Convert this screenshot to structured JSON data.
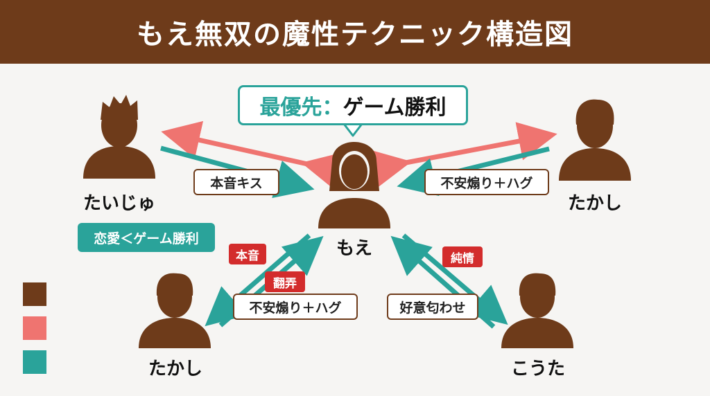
{
  "title": "もえ無双の魔性テクニック構造図",
  "priority": {
    "label": "最優先",
    "colon": "：",
    "value": "ゲーム勝利"
  },
  "center_person": {
    "name": "もえ",
    "icon": "woman-icon"
  },
  "people": {
    "top_left": {
      "name": "たいじゅ",
      "icon": "man-spiky-hair-icon"
    },
    "top_right": {
      "name": "たかし",
      "icon": "man-icon"
    },
    "bottom_left": {
      "name": "たかし",
      "icon": "man-icon"
    },
    "bottom_right": {
      "name": "こうた",
      "icon": "man-icon"
    }
  },
  "goal_badge": "恋愛＜ゲーム勝利",
  "edge_labels": {
    "top_left": "本音キス",
    "top_right": "不安煽り＋ハグ",
    "bottom_left": "不安煽り＋ハグ",
    "bottom_right": "好意匂わせ"
  },
  "tags": {
    "honne": "本音",
    "honro": "翻弄",
    "junjo": "純情"
  },
  "colors": {
    "header": "#6e3b1a",
    "person": "#6e3b1a",
    "pink_arrow": "#ef7470",
    "teal_arrow": "#2aa39a",
    "tag_red": "#d32c2c"
  },
  "legend": [
    {
      "color": "#6e3b1a"
    },
    {
      "color": "#ef7470"
    },
    {
      "color": "#2aa39a"
    }
  ]
}
